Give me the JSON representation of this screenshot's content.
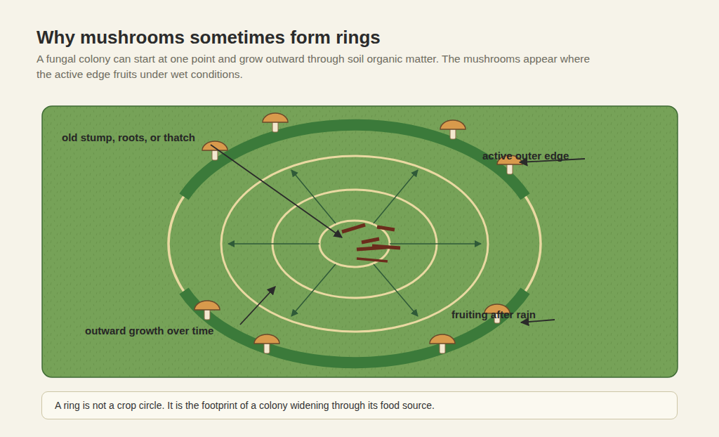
{
  "diagram": {
    "title": "Why mushrooms sometimes form rings",
    "nodes": [
      {
        "text": [
          "A ring is not a crop circle. It is the footprint of a colony widening through its food source."
        ]
      }
    ],
    "labels": [
      "A fungal colony can start at one point and grow outward through soil organic matter. The mushrooms appear where the active edge fruits under wet conditions.",
      "old stump, roots, or thatch",
      "active outer edge",
      "outward growth over time",
      "fruiting after rain"
    ]
  }
}
